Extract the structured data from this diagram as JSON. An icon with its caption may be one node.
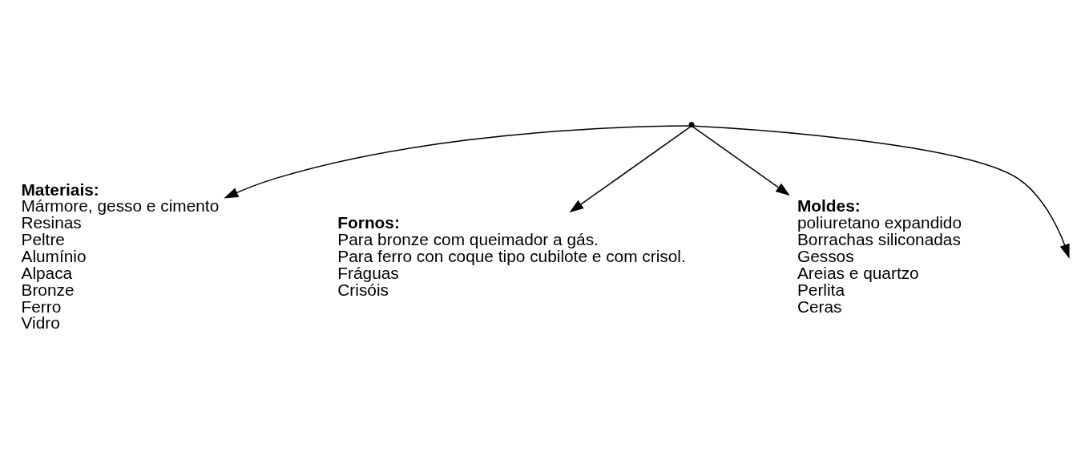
{
  "diagram": {
    "nodes": [
      {
        "text": [],
        "shape": "point"
      },
      {
        "text": [
          "Materiais:",
          "Mármore, gesso e cimento",
          "Resinas",
          "Peltre",
          "Alumínio",
          "Alpaca",
          "Bronze",
          "Ferro",
          "Vidro"
        ]
      },
      {
        "text": [
          "Fornos:",
          "Para bronze com queimador a gás.",
          "Para ferro con coque tipo cubilote e com crisol.",
          "Fráguas",
          "Crisóis"
        ]
      },
      {
        "text": [
          "Moldes:",
          "poliuretano expandido",
          "Borrachas siliconadas",
          "Gessos",
          "Areias e quartzo",
          "Perlita",
          "Ceras"
        ]
      }
    ],
    "edges": [
      {
        "from": 0,
        "to": 1,
        "arrow": "to"
      },
      {
        "from": 0,
        "to": null,
        "arrow": "to"
      },
      {
        "from": 0,
        "to": 2,
        "arrow": "to"
      },
      {
        "from": 0,
        "to": 3,
        "arrow": "to"
      }
    ]
  }
}
